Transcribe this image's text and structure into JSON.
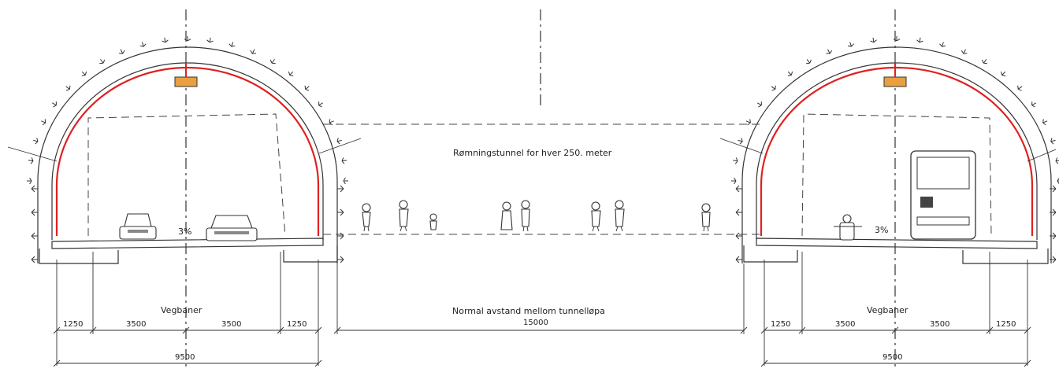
{
  "colors": {
    "line": "#333333",
    "membrane": "#e02020",
    "lamp": "#e8a040"
  },
  "labels": {
    "escape_tunnel": "Rømningstunnel for hver 250. meter",
    "normal_distance": "Normal avstand mellom tunnelløpa",
    "lanes_left": "Vegbaner",
    "lanes_right": "Vegbaner",
    "slope_left": "3%",
    "slope_right": "3%"
  },
  "dimensions_left": {
    "shoulder_left": "1250",
    "lane_1": "3500",
    "lane_2": "3500",
    "shoulder_right": "1250",
    "total": "9500"
  },
  "dimensions_middle": {
    "spacing": "15000"
  },
  "dimensions_right": {
    "shoulder_left": "1250",
    "lane_1": "3500",
    "lane_2": "3500",
    "shoulder_right": "1250",
    "total": "9500"
  }
}
